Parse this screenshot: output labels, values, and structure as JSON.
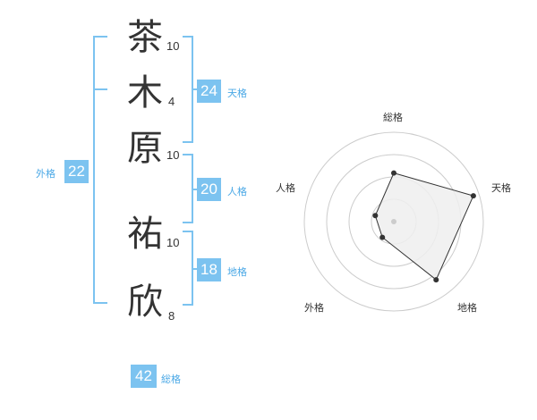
{
  "name": {
    "characters": [
      {
        "char": "茶",
        "strokes": "10"
      },
      {
        "char": "木",
        "strokes": "4"
      },
      {
        "char": "原",
        "strokes": "10"
      },
      {
        "char": "祐",
        "strokes": "10"
      },
      {
        "char": "欣",
        "strokes": "8"
      }
    ]
  },
  "fortunes": {
    "tenkaku": {
      "value": "24",
      "label": "天格"
    },
    "jinkaku": {
      "value": "20",
      "label": "人格"
    },
    "chikaku": {
      "value": "18",
      "label": "地格"
    },
    "gaikaku": {
      "value": "22",
      "label": "外格"
    },
    "soukaku": {
      "value": "42",
      "label": "総格"
    }
  },
  "chart_data": {
    "type": "radar",
    "axes": [
      "総格",
      "天格",
      "地格",
      "外格",
      "人格"
    ],
    "levels": 4,
    "values": [
      2.5,
      4.3,
      3.7,
      1.0,
      1.0
    ],
    "max": 4.6
  },
  "colors": {
    "accent": "#7cc3f0",
    "label_text": "#4aa8e6",
    "radar_fill": "#efefef",
    "radar_stroke": "#333333",
    "ring": "#cccccc"
  }
}
